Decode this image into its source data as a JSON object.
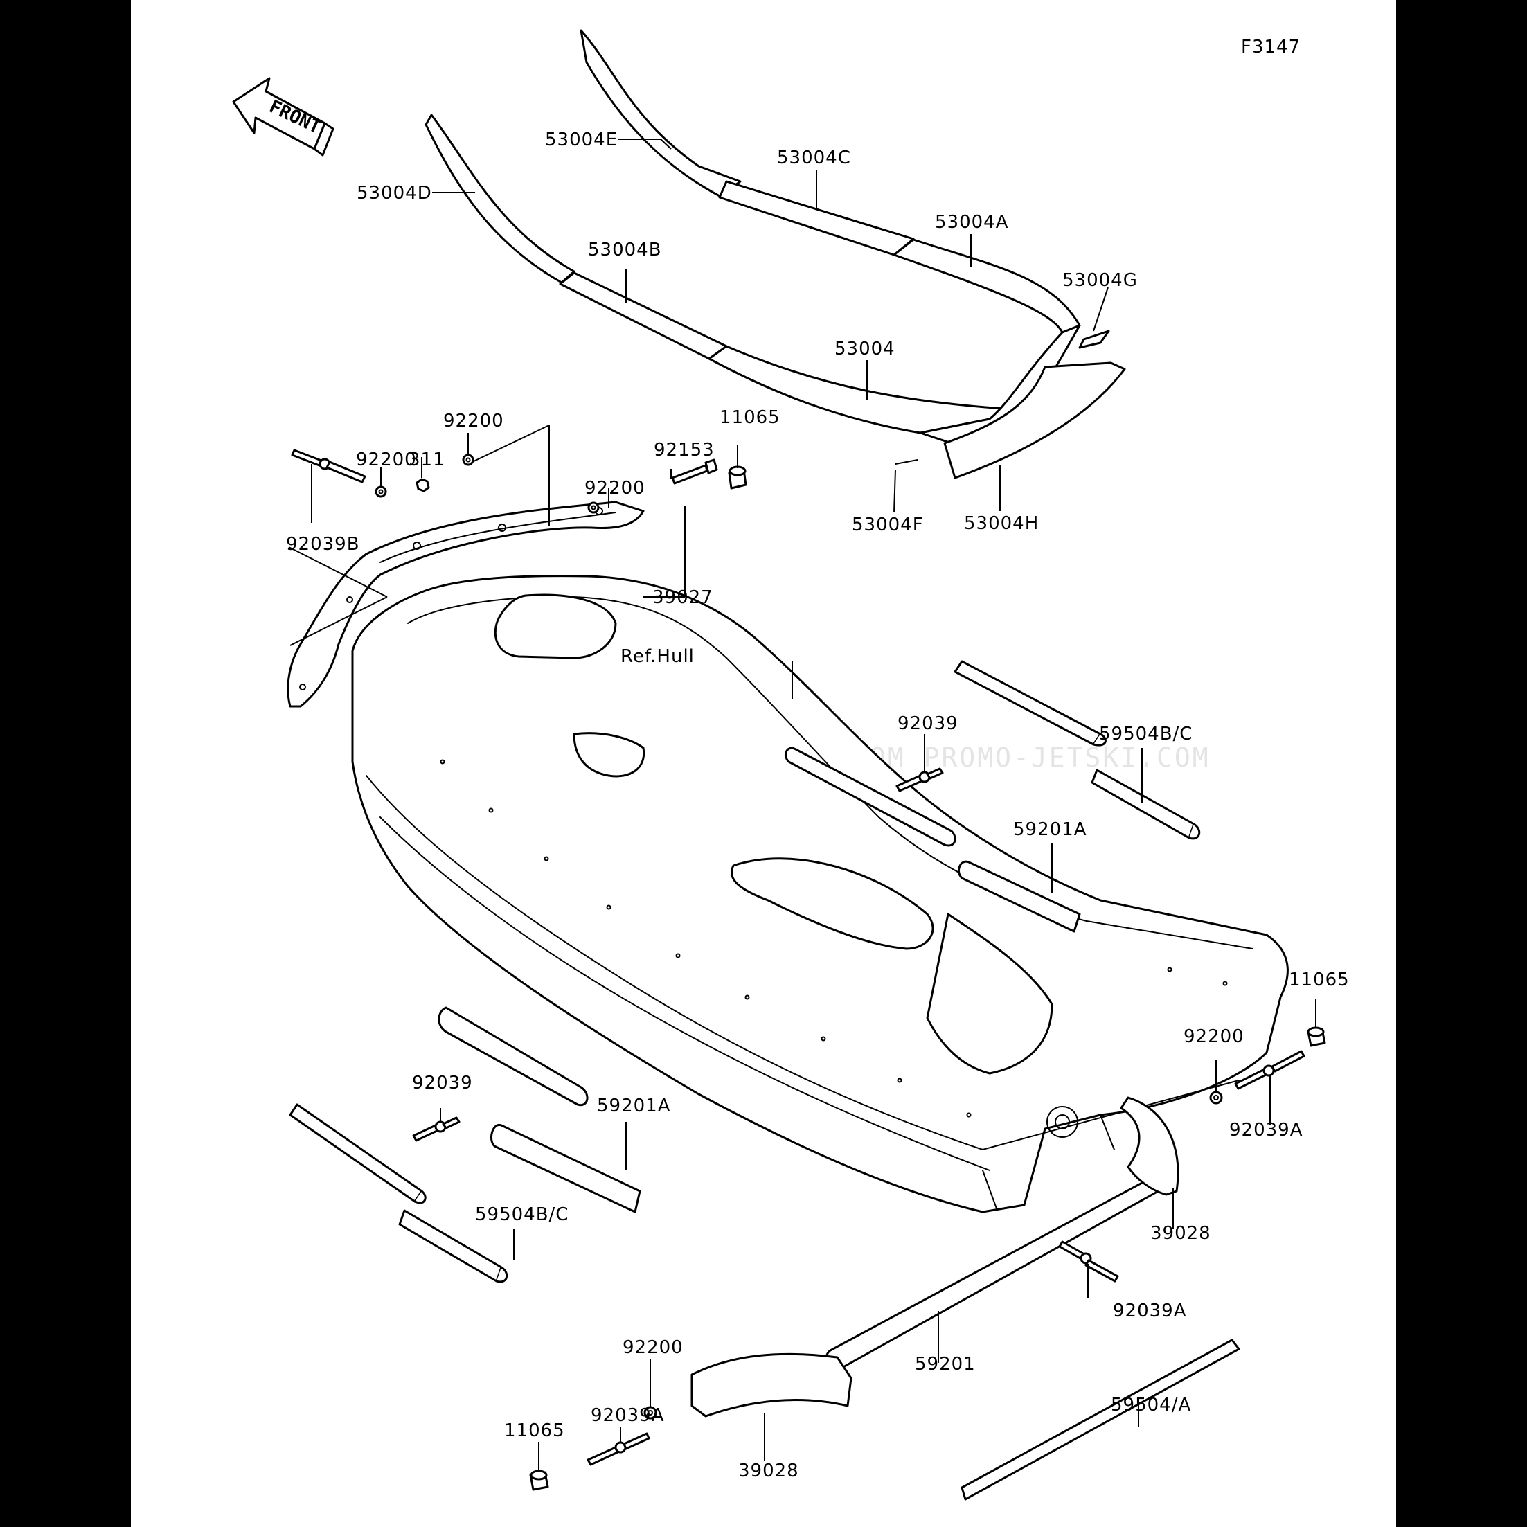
{
  "figure_code": "F3147",
  "front_arrow_label": "FRONT",
  "watermark": "JETSKI.COM   PROMO-JETSKI.COM   PROMO-JETSKI.COM",
  "labels": {
    "seat_cover_e": "53004E",
    "seat_cover_c": "53004C",
    "seat_cover_d": "53004D",
    "seat_cover_a": "53004A",
    "seat_cover_b": "53004B",
    "seat_cover_g": "53004G",
    "seat_cover": "53004",
    "seat_cover_f": "53004F",
    "seat_cover_h": "53004H",
    "cap_top": "11065",
    "bolt": "92153",
    "washer_top_left": "92200",
    "washer_top_mid": "92200",
    "washer_top_right": "92200",
    "nut": "311",
    "rivet_b": "92039B",
    "front_guard": "39027",
    "ref_hull": "Ref.Hull",
    "rivet_upper": "92039",
    "trim_upper_right": "59504B/C",
    "molding_upper_right": "59201A",
    "cap_right": "11065",
    "washer_right": "92200",
    "rivet_a_right": "92039A",
    "rear_guard_right": "39028",
    "rivet_lower_left": "92039",
    "molding_lower_left": "59201A",
    "trim_lower_left": "59504B/C",
    "rivet_a_lower": "92039A",
    "molding_main": "59201",
    "trim_main": "59504/A",
    "washer_bottom": "92200",
    "rivet_a_bottom": "92039A",
    "cap_bottom": "11065",
    "rear_guard_bottom": "39028"
  }
}
